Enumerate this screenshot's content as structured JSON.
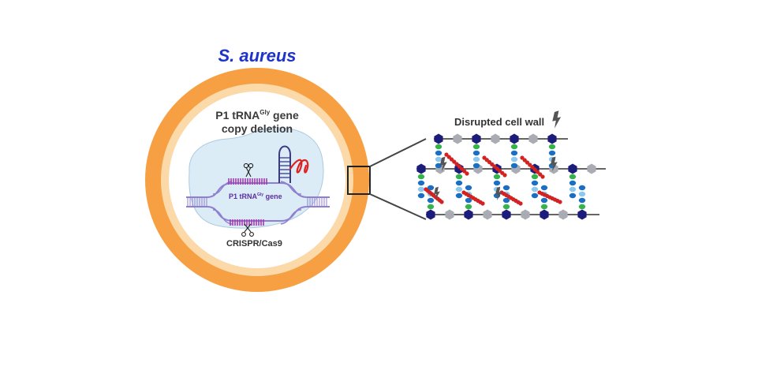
{
  "title": "S. aureus",
  "gene_label": {
    "prefix": "P1 tRNA",
    "superscript": "Gly",
    "suffix": " gene",
    "line2": "copy deletion"
  },
  "inline_gene_label": {
    "prefix": "P1 tRNA",
    "superscript": "Gly",
    "suffix": " gene"
  },
  "tool_label": "CRISPR/Cas9",
  "wall_label": "Disrupted cell wall",
  "colors": {
    "outer_ring": "#f7a043",
    "inner_ring": "#fbd9a8",
    "cytoplasm": "#dcecf6",
    "dna": "#8f7fcf",
    "gene": "#a23bb0",
    "trna": "#3a3a8a",
    "trna_tail": "#e02020",
    "glycan_dark": "#1c1c7a",
    "glycan_gray": "#a9adb3",
    "peptide_green": "#34b34a",
    "peptide_blue": "#1a6fc4",
    "peptide_light": "#8ec8ef",
    "gly_bridge": "#d22222",
    "bolt": "#555555"
  },
  "icons": [
    "scissors-icon",
    "lightning-bolt-icon",
    "trna-hairpin-icon"
  ]
}
